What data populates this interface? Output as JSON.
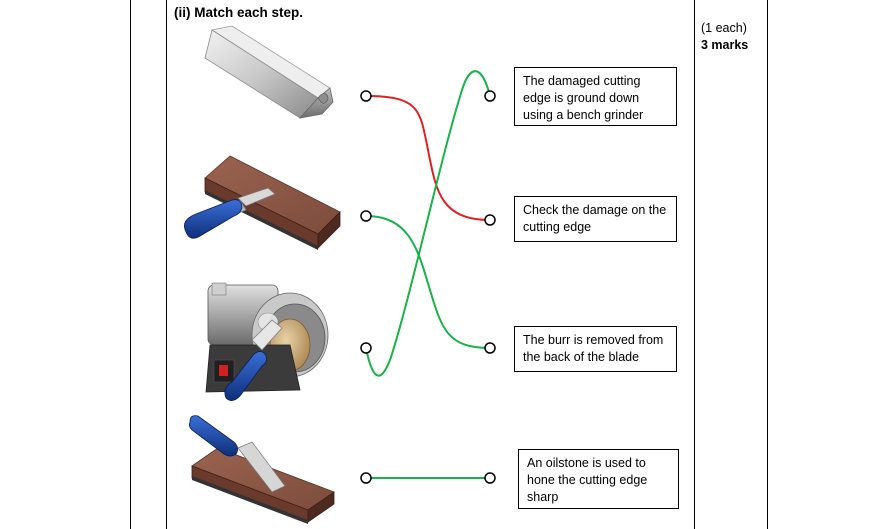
{
  "question": {
    "title": "(ii)  Match each step."
  },
  "marks": {
    "each": "(1 each)",
    "total": "3 marks"
  },
  "steps": [
    "The damaged cutting edge is ground down using a bench grinder",
    "Check the damage on the cutting edge",
    "The burr is removed from the back of the blade",
    "An oilstone is used to hone the cutting edge sharp"
  ],
  "images": [
    "damaged-chisel-blade",
    "chisel-on-oilstone-deburring",
    "bench-grinder-with-chisel",
    "chisel-honing-on-oilstone"
  ],
  "connection_colors": {
    "first": "#e02020",
    "rest": "#1ab24a"
  }
}
